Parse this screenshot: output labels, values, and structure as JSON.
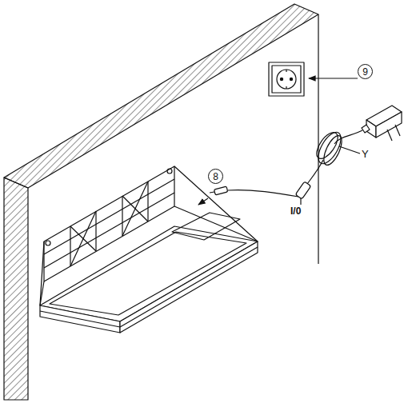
{
  "diagram": {
    "labels": [
      "9",
      "8",
      "Y",
      "I/0"
    ]
  }
}
